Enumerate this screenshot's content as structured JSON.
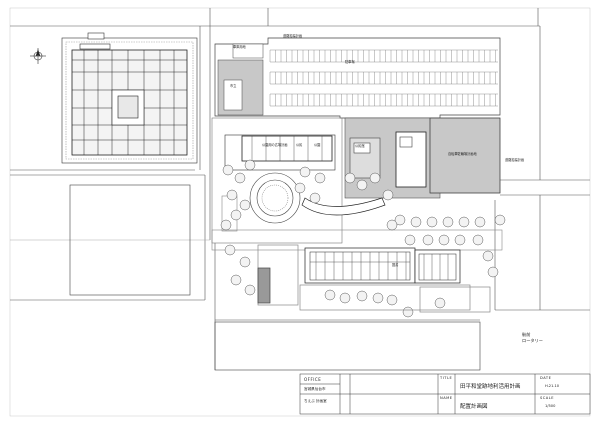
{
  "labels": {
    "parking": "駐車場",
    "station_line1": "駅前",
    "station_line2": "ロータリー",
    "road_north": "道路拡幅計画",
    "road_east": "道路拡幅計画",
    "pin_label": "駐車場",
    "bldg_block_a": "公園用の広場計画",
    "bldg_block_b": "公民館",
    "bldg_block_c": "公園",
    "bldg_east": "自転車駐輪場計画地",
    "small_label_1": "市立",
    "small_label_2": "公民",
    "small_label_3": "図書",
    "garage": "車庫用地"
  },
  "title_block": {
    "office_caption": "OFFICE",
    "office_value_1": "宮城県仙台市",
    "office_value_2": "ちえぶ 計画室",
    "title_caption": "TITLE",
    "title_value": "田平和堂跡地利活用計画",
    "name_caption": "NAME",
    "name_value": "配置計画図",
    "date_caption": "DATE",
    "date_value": "H.21.10",
    "scale_caption": "SCALE",
    "scale_value": "1/500"
  }
}
